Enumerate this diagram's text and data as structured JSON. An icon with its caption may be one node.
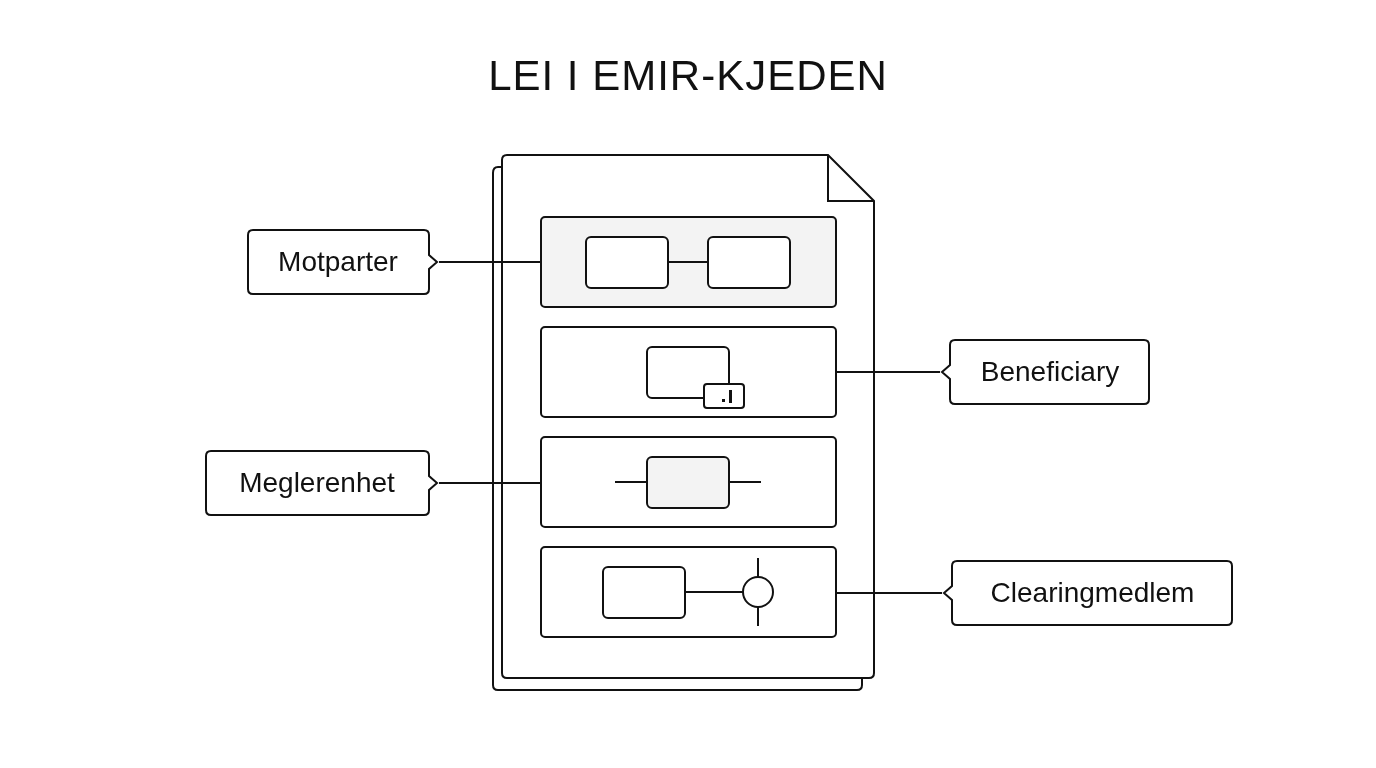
{
  "diagram": {
    "title": "LEI I EMIR-KJEDEN",
    "nodes": [
      {
        "text": [
          "Motparter"
        ]
      },
      {
        "text": [],
        "shape": "box"
      },
      {
        "text": [],
        "shape": "box"
      },
      {
        "text": [
          "Beneficiary"
        ]
      },
      {
        "text": [
          "Meglerenhet"
        ]
      },
      {
        "text": [],
        "shape": "box"
      },
      {
        "text": [],
        "shape": "box"
      },
      {
        "text": [
          "Clearingmedlem"
        ]
      }
    ],
    "edges": [
      {
        "from": 0,
        "to": 1,
        "arrow": "none"
      },
      {
        "from": 2,
        "to": 3,
        "arrow": "none"
      },
      {
        "from": 4,
        "to": 5,
        "arrow": "none"
      },
      {
        "from": 6,
        "to": 7,
        "arrow": "none"
      }
    ]
  }
}
